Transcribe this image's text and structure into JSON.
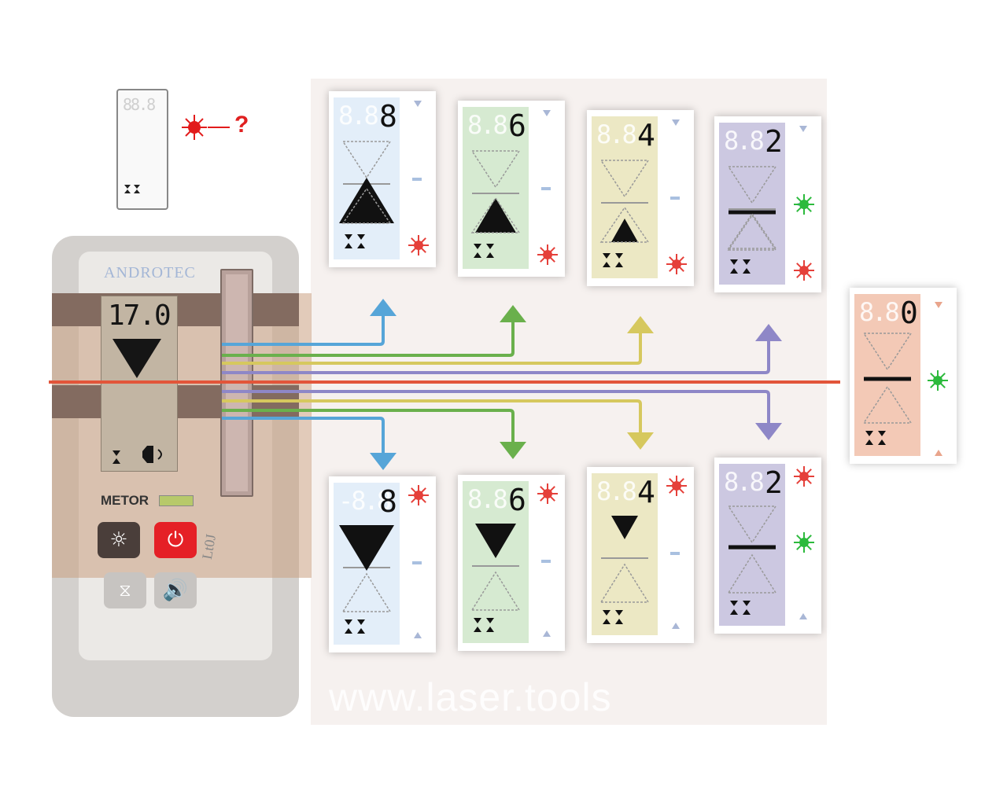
{
  "receiver": {
    "brand": "ANDROTEC",
    "display_value": "17.0",
    "model_label": "METOR",
    "remote_label": "Lt0J"
  },
  "small_display": {
    "digits": "88.8",
    "question_mark": "?"
  },
  "cards": [
    {
      "id": "up-8",
      "number": "8",
      "ghost": "8.8",
      "lcd_color": "#e3eef9"
    },
    {
      "id": "up-6",
      "number": "6",
      "ghost": "8.8",
      "lcd_color": "#d6ead1"
    },
    {
      "id": "up-4",
      "number": "4",
      "ghost": "8.8",
      "lcd_color": "#ece8c4"
    },
    {
      "id": "up-2",
      "number": "2",
      "ghost": "8.8",
      "lcd_color": "#ccc8e1"
    },
    {
      "id": "center-0",
      "number": "0",
      "ghost": "8.8",
      "lcd_color": "#f3c9b6"
    },
    {
      "id": "down-8",
      "number": "8",
      "ghost": "-8.8",
      "lcd_color": "#e3eef9"
    },
    {
      "id": "down-6",
      "number": "6",
      "ghost": "8.8",
      "lcd_color": "#d6ead1"
    },
    {
      "id": "down-4",
      "number": "4",
      "ghost": "8.8",
      "lcd_color": "#ece8c4"
    },
    {
      "id": "down-2",
      "number": "2",
      "ghost": "8.8",
      "lcd_color": "#ccc8e1"
    }
  ],
  "signal_colors": {
    "blue": "#56a5d8",
    "green": "#6ab04c",
    "yellow": "#d6c85e",
    "purple": "#8e87c7",
    "red": "#e2553a"
  },
  "watermark": "www.laser.tools"
}
